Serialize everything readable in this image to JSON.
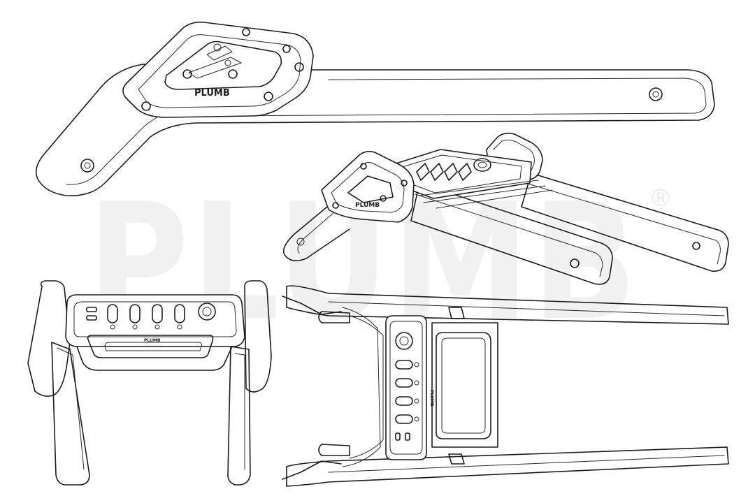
{
  "watermark": {
    "text": "PLUMB",
    "registered_symbol": "®",
    "color": "#f1f1f1"
  },
  "views": {
    "side_view": {
      "logo_text": "PLUMB"
    },
    "perspective_view": {
      "logo_text": "PLUMB"
    },
    "front_view": {
      "logo_text": "PLUMB"
    },
    "top_view": {
      "logo_text": "PLUMB"
    }
  },
  "colors": {
    "line": "#1c1c1c",
    "background": "#ffffff"
  }
}
